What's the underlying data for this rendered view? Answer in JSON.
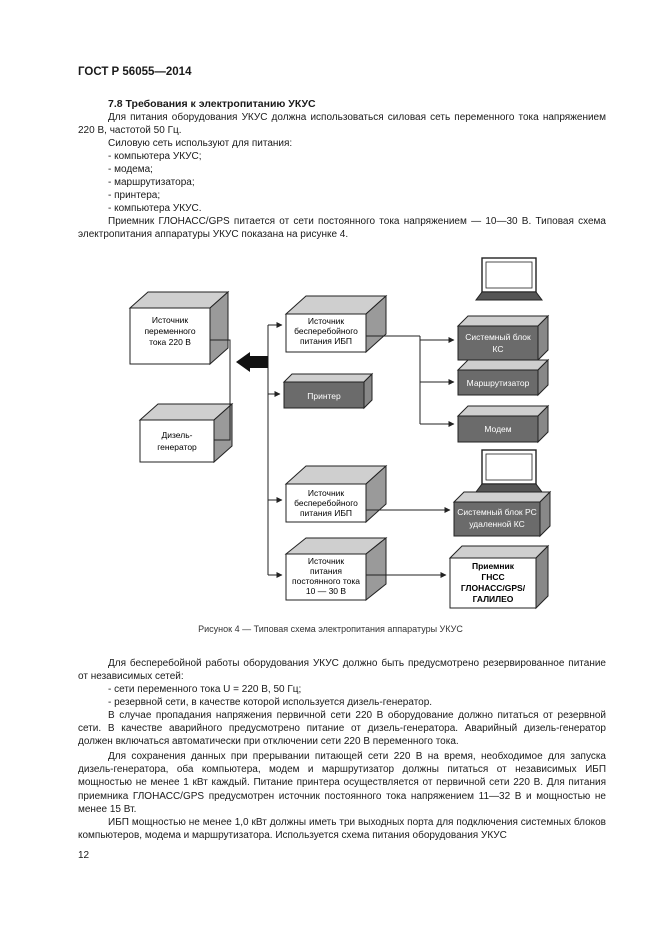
{
  "header": "ГОСТ Р 56055—2014",
  "section_title": "7.8  Требования к электропитанию УКУС",
  "intro": {
    "p1": "Для питания оборудования УКУС должна использоваться силовая сеть переменного тока напряжением 220 В, частотой 50 Гц.",
    "p2": "Силовую сеть используют для питания:",
    "items": [
      "- компьютера УКУС;",
      "- модема;",
      "- маршрутизатора;",
      "- принтера;",
      "- компьютера УКУС."
    ],
    "p3": "Приемник ГЛОНАСС/GPS питается от сети постоянного тока напряжением — 10—30 В. Типовая схема электропитания аппаратуры УКУС показана на рисунке 4."
  },
  "diagram": {
    "ac_source": [
      "Источник",
      "переменного",
      "тока 220 В"
    ],
    "diesel": [
      "Дизель-",
      "генератор"
    ],
    "ups1": [
      "Источник",
      "бесперебойного",
      "питания ИБП"
    ],
    "printer": "Принтер",
    "ups2": [
      "Источник",
      "бесперебойного",
      "питания ИБП"
    ],
    "dc_source": [
      "Источник",
      "питания",
      "постоянного тока",
      "10 — 30 В"
    ],
    "system_ks": [
      "Системный блок",
      "КС"
    ],
    "router": "Маршрутизатор",
    "modem": "Модем",
    "system_rs": [
      "Системный блок РС",
      "удаленной КС"
    ],
    "receiver": [
      "Приемник",
      "ГНСС",
      "ГЛОНАСС/GPS/",
      "ГАЛИЛЕО"
    ]
  },
  "caption": "Рисунок 4 — Типовая схема электропитания аппаратуры УКУС",
  "body": {
    "p4": "Для бесперебойной работы оборудования УКУС должно быть предусмотрено резервированное питание от независимых сетей:",
    "b1": "- сети переменного тока U = 220 В, 50 Гц;",
    "b2": "- резервной сети, в качестве которой используется дизель-генератор.",
    "p5": "В случае пропадания напряжения первичной сети 220 В оборудование должно питаться от резервной сети. В качестве аварийного предусмотрено питание от дизель-генератора. Аварийный дизель-генератор должен включаться автоматически при отключении сети 220 В переменного тока.",
    "p6": "Для сохранения данных при прерывании питающей сети 220 В на время, необходимое для запуска дизель-генератора, оба компьютера, модем и маршрутизатор должны питаться от независимых ИБП мощностью не менее 1 кВт каждый. Питание принтера осуществляется от первичной сети 220 В. Для питания приемника ГЛОНАСС/GPS предусмотрен источник постоянного тока напряжением 11—32 В и мощностью не менее 15 Вт.",
    "p7": "ИБП мощностью не менее 1,0 кВт должны иметь три выходных порта для подключения системных блоков компьютеров, модема и маршрутизатора. Используется схема питания оборудования УКУС"
  },
  "page_number": "12"
}
